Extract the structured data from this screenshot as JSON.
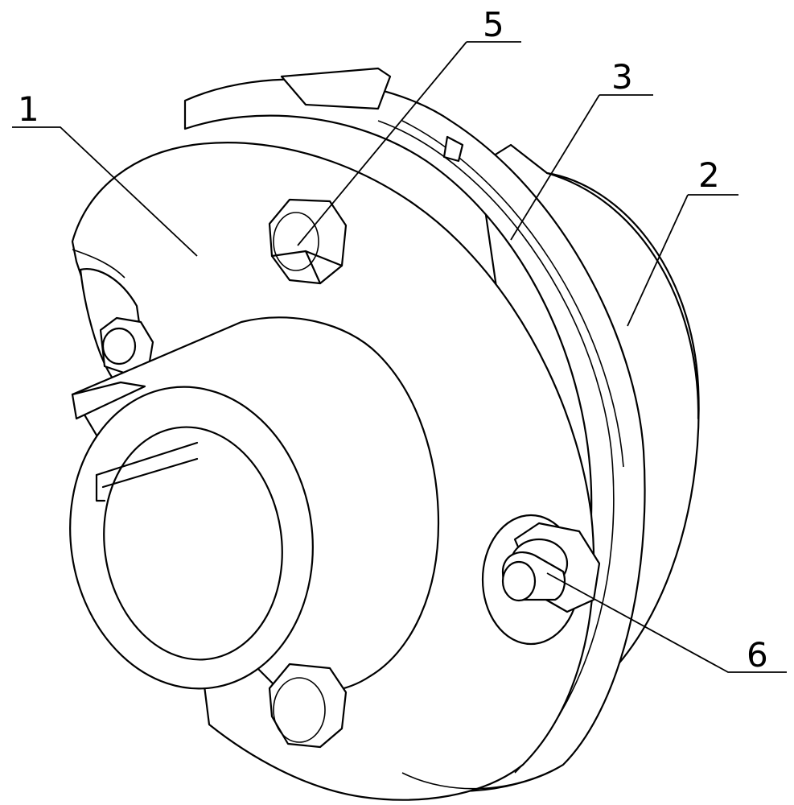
{
  "labels": {
    "part_1": "1",
    "part_2": "2",
    "part_3": "3",
    "part_5": "5",
    "part_6": "6"
  },
  "colors": {
    "line": "#000000",
    "background": "#ffffff"
  }
}
